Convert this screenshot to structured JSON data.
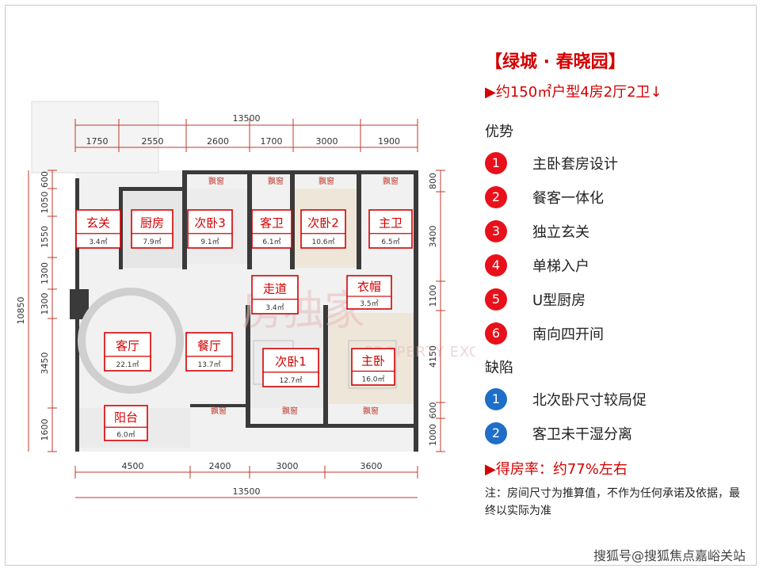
{
  "title": "【绿城 · 春晓园】",
  "subtitle": "▶约150㎡户型4房2厅2卫↓",
  "advantages_label": "优势",
  "advantages": [
    {
      "num": "1",
      "text": "主卧套房设计"
    },
    {
      "num": "2",
      "text": "餐客一体化"
    },
    {
      "num": "3",
      "text": "独立玄关"
    },
    {
      "num": "4",
      "text": "单梯入户"
    },
    {
      "num": "5",
      "text": "U型厨房"
    },
    {
      "num": "6",
      "text": "南向四开间"
    }
  ],
  "defects_label": "缺陷",
  "defects": [
    {
      "num": "1",
      "text": "北次卧尺寸较局促"
    },
    {
      "num": "2",
      "text": "客卫未干湿分离"
    }
  ],
  "ratio": "▶得房率：约77%左右",
  "note": "注：房间尺寸为推算值，不作为任何承诺及依据，最终以实际为准",
  "footer": "搜狐号@搜狐焦点嘉峪关站",
  "colors": {
    "accent": "#d40000",
    "advantage": "#e8101a",
    "defect": "#1f6ec8"
  },
  "plan": {
    "top_total": "13500",
    "top_dims": [
      "1750",
      "2550",
      "2600",
      "1700",
      "3000",
      "1900"
    ],
    "bottom_total": "13500",
    "bottom_dims": [
      "4500",
      "2400",
      "3000",
      "3600"
    ],
    "left_total": "10850",
    "left_dims": [
      "600",
      "1050",
      "1550",
      "1300",
      "1300",
      "3450",
      "1600"
    ],
    "right_dims": [
      "800",
      "3400",
      "1100",
      "4150",
      "600",
      "1000"
    ],
    "rooms": [
      {
        "name": "玄关",
        "area": "3.4㎡"
      },
      {
        "name": "厨房",
        "area": "7.9㎡"
      },
      {
        "name": "次卧3",
        "area": "9.1㎡"
      },
      {
        "name": "客卫",
        "area": "6.1㎡"
      },
      {
        "name": "次卧2",
        "area": "10.6㎡"
      },
      {
        "name": "主卫",
        "area": "6.5㎡"
      },
      {
        "name": "走道",
        "area": "3.4㎡"
      },
      {
        "name": "衣帽",
        "area": "3.5㎡"
      },
      {
        "name": "客厅",
        "area": "22.1㎡"
      },
      {
        "name": "餐厅",
        "area": "13.7㎡"
      },
      {
        "name": "次卧1",
        "area": "12.7㎡"
      },
      {
        "name": "主卧",
        "area": "16.0㎡"
      },
      {
        "name": "阳台",
        "area": "6.0㎡"
      }
    ],
    "windows": [
      "飘窗",
      "飘窗",
      "飘窗",
      "飘窗",
      "飘窗",
      "飘窗",
      "飘窗"
    ]
  }
}
